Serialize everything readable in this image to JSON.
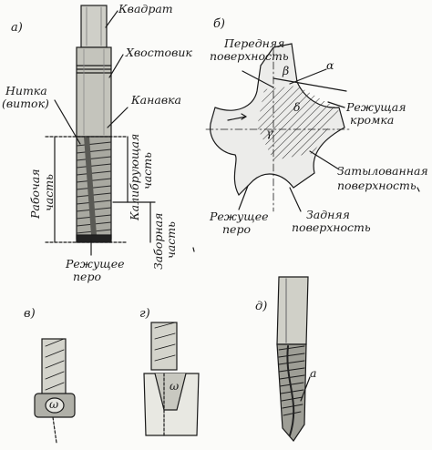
{
  "panels": {
    "a": "а)",
    "b": "б)",
    "v": "в)",
    "g": "г)",
    "d": "д)"
  },
  "labels": {
    "kvadrat": "Квадрат",
    "khvostovik": "Хвостовик",
    "nitka_1": "Нитка",
    "nitka_2": "(виток)",
    "kanavka": "Канавка",
    "rabochaya_1": "Рабочая",
    "rabochaya_2": "часть",
    "kalibruyushchaya_1": "Калибрующая",
    "kalibruyushchaya_2": "часть",
    "zabornaya_1": "Заборная",
    "zabornaya_2": "часть",
    "rezh_pero_a_1": "Режущее",
    "rezh_pero_a_2": "перо",
    "perednyaya_1": "Передняя",
    "perednyaya_2": "поверхность",
    "rezh_kromka_1": "Режущая",
    "rezh_kromka_2": "кромка",
    "zatylovannaya_1": "Затылованная",
    "zatylovannaya_2": "поверхность",
    "rezh_pero_b_1": "Режущее",
    "rezh_pero_b_2": "перо",
    "zadnyaya_1": "Задняя",
    "zadnyaya_2": "поверхность",
    "alpha": "α",
    "beta": "β",
    "gamma": "γ",
    "delta": "δ",
    "omega_v": "ω",
    "omega_g": "ω",
    "a_mark": "а"
  }
}
